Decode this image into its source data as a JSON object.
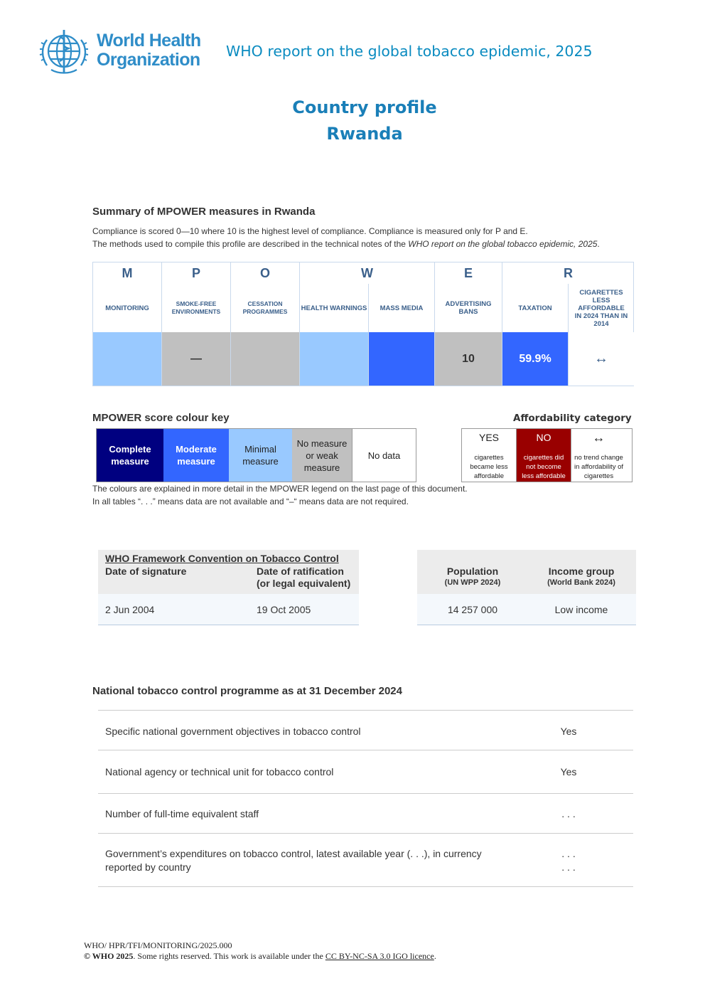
{
  "header": {
    "logo_line1": "World Health",
    "logo_line2": "Organization",
    "report_title": "WHO report on the global tobacco epidemic, 2025"
  },
  "title": {
    "line1": "Country profile",
    "line2": "Rwanda"
  },
  "summary": {
    "heading": "Summary of MPOWER measures in Rwanda",
    "note1": "Compliance is scored 0—10 where 10 is the highest level of compliance. Compliance is measured only for P and E.",
    "note2_prefix": "The methods used to compile this profile are described in the technical notes of the ",
    "note2_italic": "WHO report on the global tobacco epidemic, 2025",
    "note2_suffix": "."
  },
  "mpower": {
    "letters": [
      "M",
      "P",
      "O",
      "W",
      "E",
      "R"
    ],
    "columns": [
      {
        "label": "MONITORING",
        "score": "",
        "color": "#99c9ff"
      },
      {
        "label": "SMOKE-FREE ENVIRONMENTS",
        "score": "—",
        "color": "#c0c0c0"
      },
      {
        "label": "CESSATION PROGRAMMES",
        "score": "",
        "color": "#c0c0c0"
      },
      {
        "label": "HEALTH WARNINGS",
        "score": "",
        "color": "#99c9ff"
      },
      {
        "label": "MASS MEDIA",
        "score": "",
        "color": "#3366ff"
      },
      {
        "label": "ADVERTISING BANS",
        "score": "10",
        "color": "#c0c0c0"
      },
      {
        "label": "TAXATION",
        "score": "59.9%",
        "color": "#3366ff"
      },
      {
        "label": "CIGARETTES LESS AFFORDABLE IN 2024 THAN IN 2014",
        "score": "↔",
        "color": "#ffffff"
      }
    ]
  },
  "colour_key": {
    "heading": "MPOWER score colour key",
    "items": [
      {
        "label": "Complete measure",
        "color": "#000080"
      },
      {
        "label": "Moderate measure",
        "color": "#3366ff"
      },
      {
        "label": "Minimal measure",
        "color": "#99c9ff"
      },
      {
        "label": "No measure or weak measure",
        "color": "#c0c0c0"
      },
      {
        "label": "No data",
        "color": "#ffffff"
      }
    ]
  },
  "affordability": {
    "heading": "Affordability category",
    "items": [
      {
        "symbol": "YES",
        "desc": "cigarettes became less affordable",
        "color": "#ffffff"
      },
      {
        "symbol": "NO",
        "desc": "cigarettes did not become less affordable",
        "color": "#990000"
      },
      {
        "symbol": "↔",
        "desc": "no trend change in affordability of cigarettes",
        "color": "#ffffff"
      }
    ]
  },
  "legend_notes": {
    "line1": "The colours are explained in more detail in the MPOWER legend on the last page of this document.",
    "line2": "In all tables “. . .” means data are not available and “–“ means data are not required."
  },
  "fctc": {
    "title": "WHO Framework Convention on Tobacco Control",
    "col1_header": "Date of signature",
    "col2_header_line1": "Date of ratification",
    "col2_header_line2": "(or legal equivalent)",
    "signature_date": "2 Jun 2004",
    "ratification_date": "19 Oct 2005"
  },
  "population": {
    "col1_header": "Population",
    "col1_sub": "(UN WPP 2024)",
    "col2_header": "Income group",
    "col2_sub": "(World Bank 2024)",
    "population_value": "14 257 000",
    "income_value": "Low income"
  },
  "programme": {
    "heading": "National tobacco control programme as at 31 December 2024",
    "rows": [
      {
        "label": "Specific national government objectives in tobacco control",
        "value": "Yes"
      },
      {
        "label": "National agency or technical unit for tobacco control",
        "value": "Yes"
      },
      {
        "label": "Number of full-time equivalent staff",
        "value": ". . ."
      },
      {
        "label_line1": "Government’s expenditures on tobacco control, latest available year (. . .), in currency",
        "label_line2": "reported by country",
        "value1": ". . .",
        "value2": ". . ."
      }
    ]
  },
  "footer": {
    "line1": "WHO/ HPR/TFI/MONITORING/2025.000",
    "copyright": "© WHO 2025",
    "rights_text": ". Some rights reserved. This work is available under the ",
    "licence": "CC BY-NC-SA 3.0 IGO licence",
    "end": "."
  }
}
